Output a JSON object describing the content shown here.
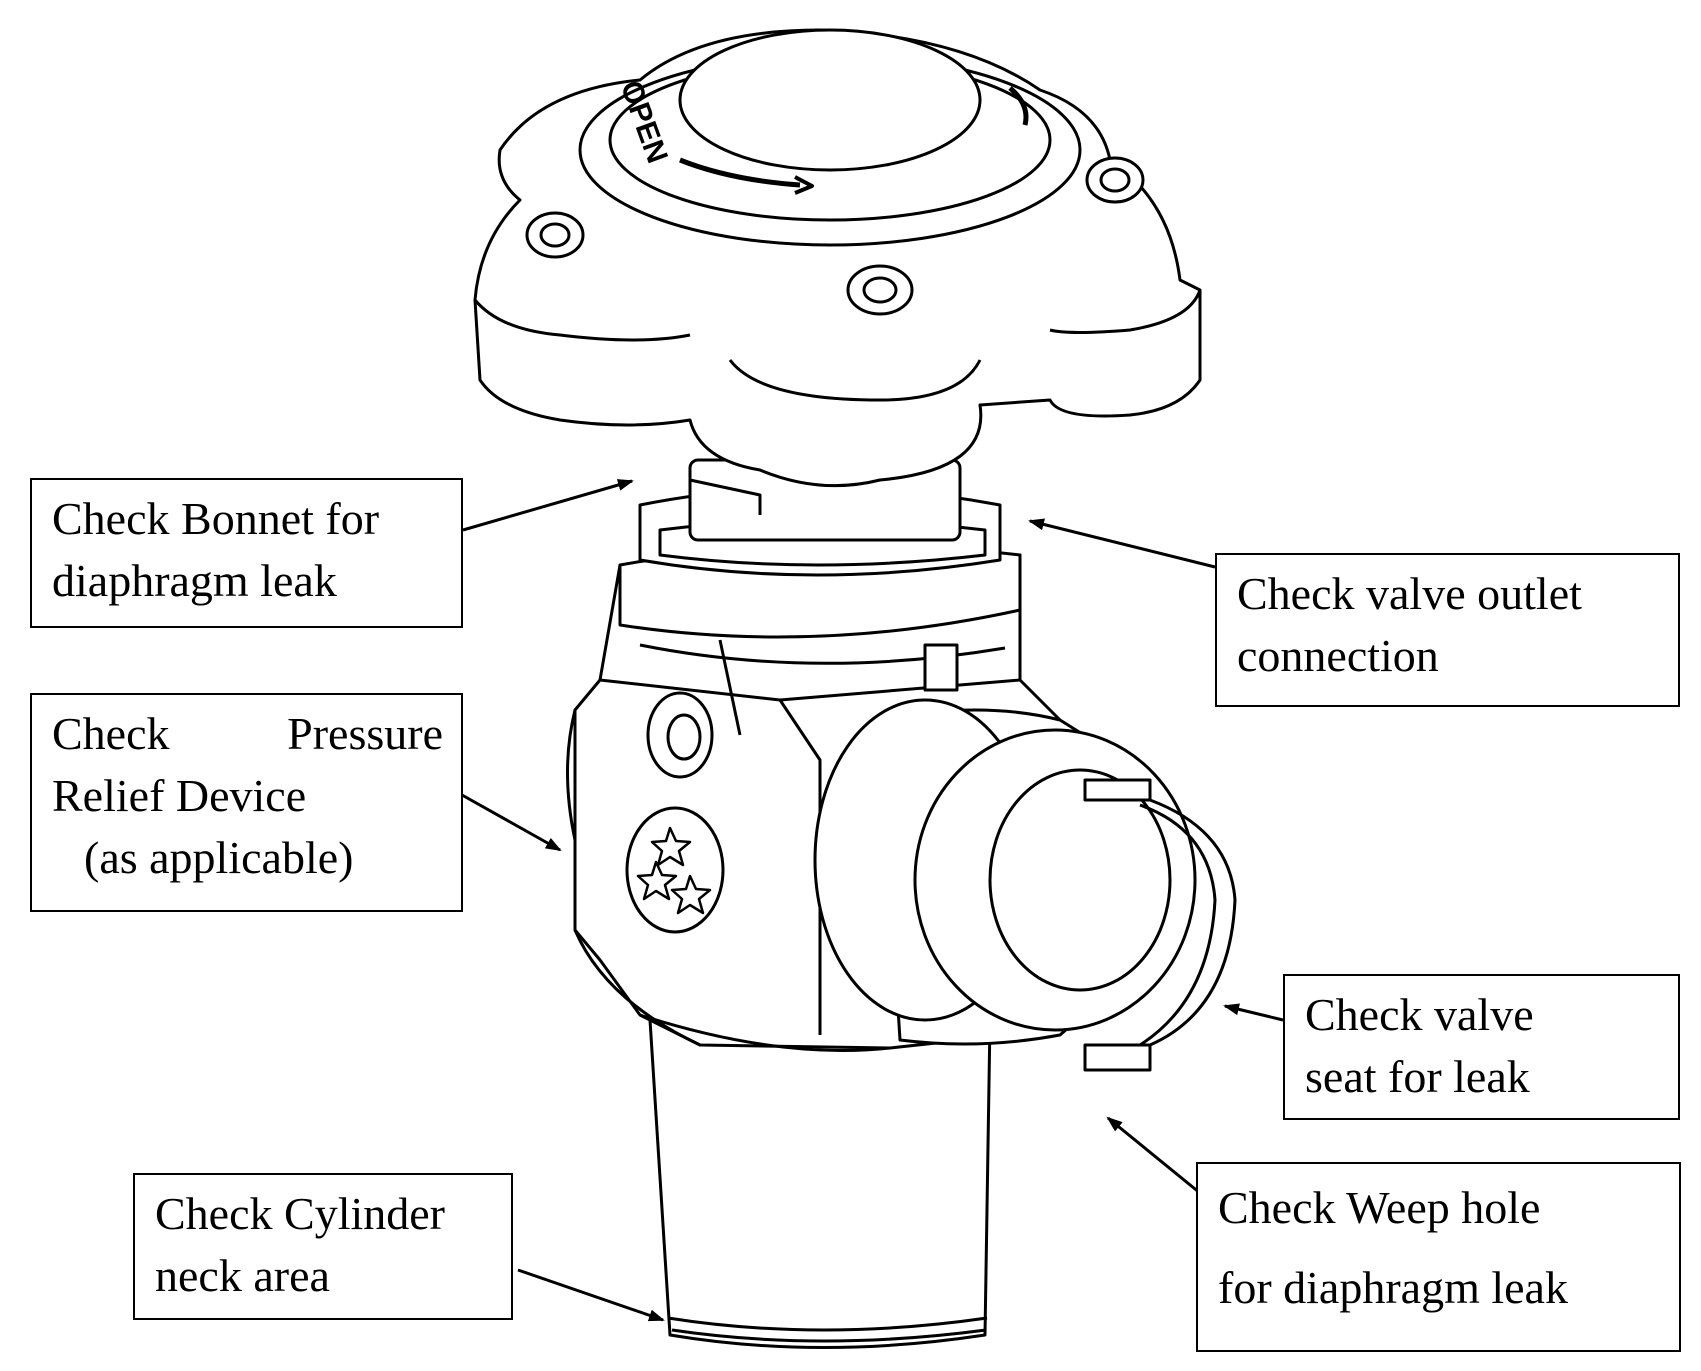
{
  "labels": {
    "bonnet": {
      "line1": "Check Bonnet for",
      "line2": "diaphragm leak"
    },
    "outlet": {
      "line1": "Check valve outlet",
      "line2": "connection"
    },
    "prd": {
      "line1a": "Check",
      "line1b": "Pressure",
      "line2": "Relief Device",
      "line3": "(as applicable)"
    },
    "seat": {
      "line1": "Check valve",
      "line2": "seat for leak"
    },
    "neck": {
      "line1": "Check Cylinder",
      "line2": "neck area"
    },
    "weep": {
      "line1": "Check Weep hole",
      "line2": "for diaphragm leak"
    }
  },
  "handwheel": {
    "word": "OPEN"
  },
  "colors": {
    "line": "#000000",
    "fill": "#ffffff"
  }
}
